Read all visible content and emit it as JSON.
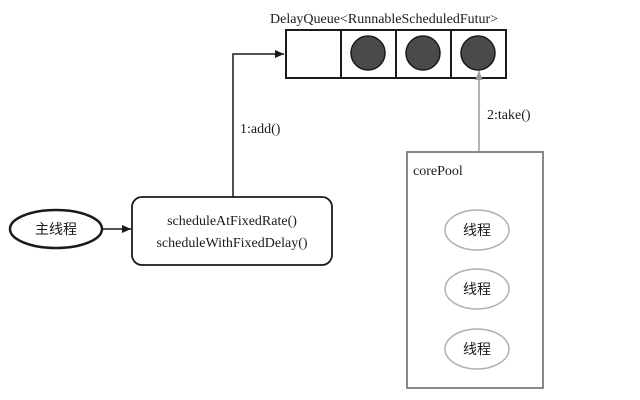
{
  "queue": {
    "label": "DelayQueue<RunnableScheduledFutur>",
    "slot_count": 4,
    "filled_slots": [
      false,
      true,
      true,
      true
    ]
  },
  "main_thread": {
    "label": "主线程"
  },
  "schedule_box": {
    "line1": "scheduleAtFixedRate()",
    "line2": "scheduleWithFixedDelay()"
  },
  "arrows": {
    "add": "1:add()",
    "take": "2:take()"
  },
  "core_pool": {
    "label": "corePool",
    "threads": [
      "线程",
      "线程",
      "线程"
    ]
  },
  "colors": {
    "stroke": "#1a1a1a",
    "filled_slot": "#4a4a4a",
    "pool_border": "#888888",
    "thread_border": "#b0b0b0",
    "take_arrow": "#9a9a9a"
  }
}
